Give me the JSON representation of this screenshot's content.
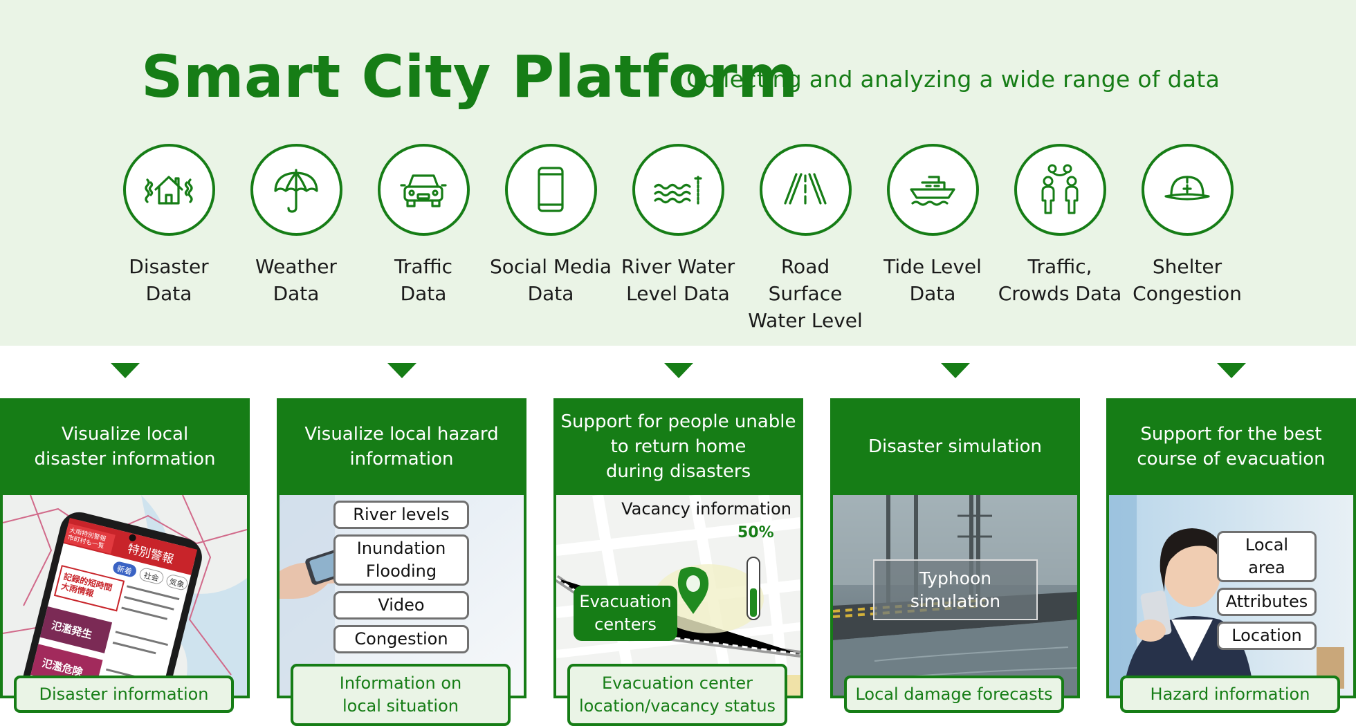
{
  "header": {
    "title": "Smart City Platform",
    "subtitle": "Collecting and analyzing a wide range of data"
  },
  "sources": [
    {
      "label": "Disaster\nData",
      "icon": "house-shaking-icon"
    },
    {
      "label": "Weather\nData",
      "icon": "umbrella-icon"
    },
    {
      "label": "Traffic\nData",
      "icon": "car-icon"
    },
    {
      "label": "Social Media\nData",
      "icon": "smartphone-icon"
    },
    {
      "label": "River Water\nLevel Data",
      "icon": "water-level-icon"
    },
    {
      "label": "Road Surface\nWater Level",
      "icon": "road-icon"
    },
    {
      "label": "Tide Level\nData",
      "icon": "ship-icon"
    },
    {
      "label": "Traffic,\nCrowds Data",
      "icon": "people-icon"
    },
    {
      "label": "Shelter\nCongestion",
      "icon": "helmet-icon"
    }
  ],
  "panels": [
    {
      "heading": "Visualize local\ndisaster information",
      "footer": "Disaster information",
      "phone": {
        "banner": "特別警報",
        "tab_new": "新着",
        "tab_social": "社会",
        "tab_weather": "気象",
        "alert_red": "記録的短時間\n大雨情報",
        "alert_1": "氾濫発生",
        "alert_2": "氾濫危険",
        "sidebar": "大雨特別警報\n市町村も一覧"
      }
    },
    {
      "heading": "Visualize local hazard\ninformation",
      "footer": "Information on\nlocal situation",
      "chips": [
        "River levels",
        "Inundation\nFlooding",
        "Video",
        "Congestion"
      ]
    },
    {
      "heading": "Support for people unable\nto return home\nduring disasters",
      "footer": "Evacuation center\nlocation/vacancy status",
      "vacancy_label": "Vacancy information",
      "vacancy_percent": "50%",
      "vacancy_fill": 0.5,
      "evac_label": "Evacuation\ncenters"
    },
    {
      "heading": "Disaster simulation",
      "footer": "Local damage forecasts",
      "overlay": "Typhoon\nsimulation"
    },
    {
      "heading": "Support for the best\ncourse of evacuation",
      "footer": "Hazard information",
      "chips": [
        "Local area",
        "Attributes",
        "Location"
      ]
    }
  ],
  "colors": {
    "brand_green": "#167d16",
    "light_green_bg": "#eaf4e6"
  }
}
